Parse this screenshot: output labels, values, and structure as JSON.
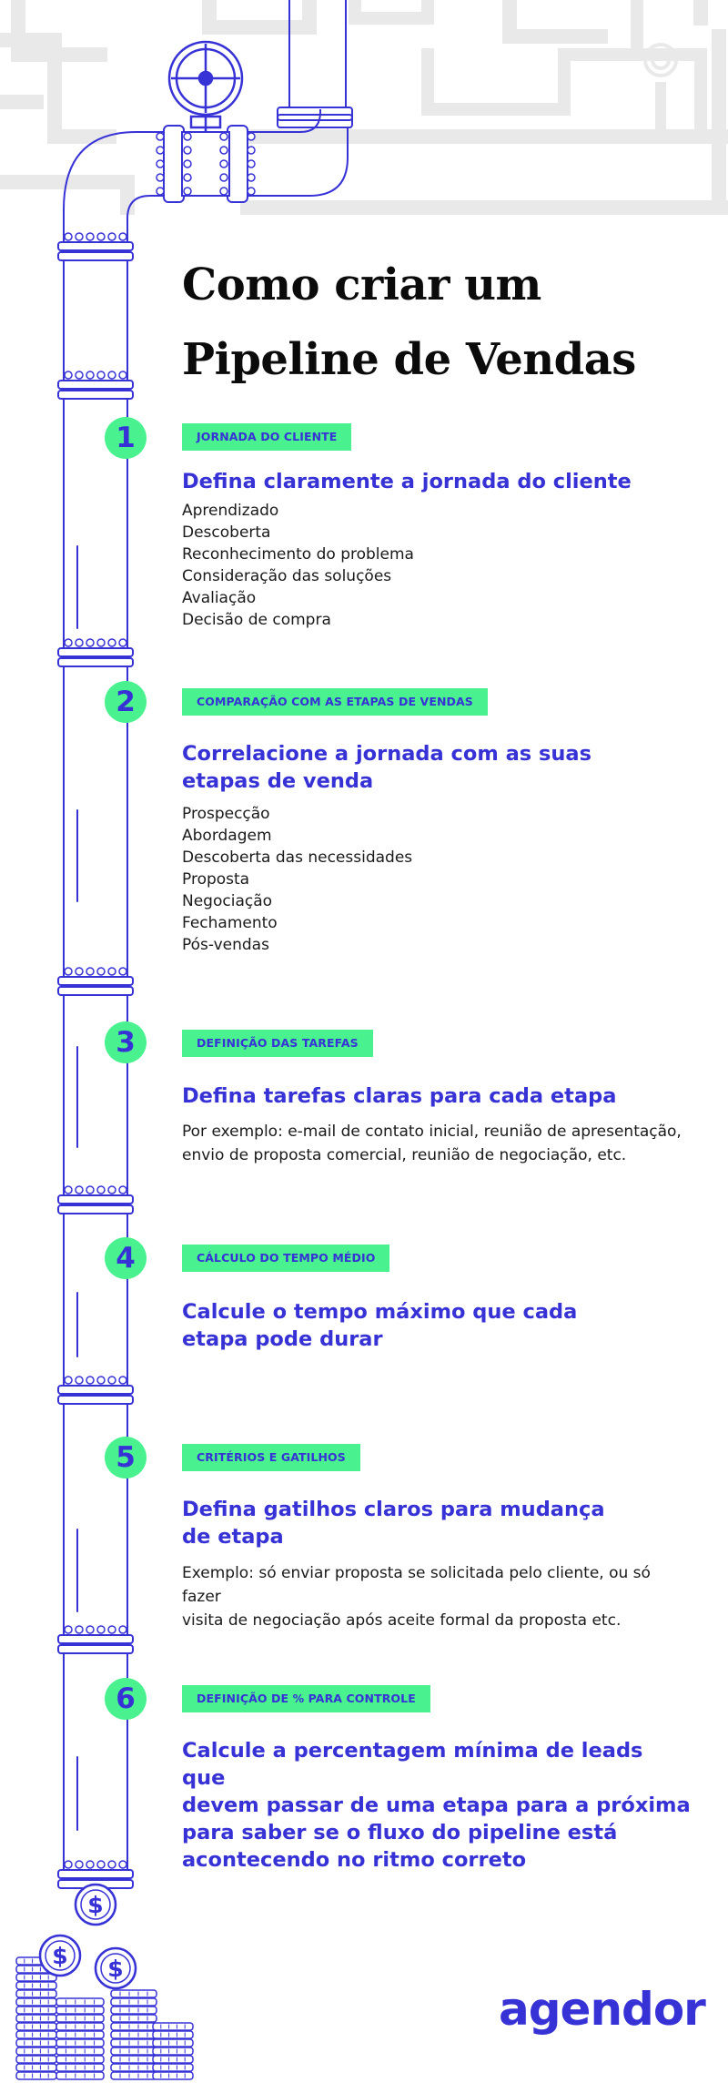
{
  "title_lines": [
    "Como criar um",
    "Pipeline de Vendas"
  ],
  "colors": {
    "accent": "#3732d6",
    "highlight": "#49f28e",
    "background_pipes": "#e9e9e9"
  },
  "steps": [
    {
      "number": "1",
      "tag": "JORNADA DO CLIENTE",
      "heading_lines": [
        "Defina claramente a jornada do cliente"
      ],
      "items": [
        "Aprendizado",
        "Descoberta",
        "Reconhecimento do problema",
        "Consideração das soluções",
        "Avaliação",
        "Decisão de compra"
      ]
    },
    {
      "number": "2",
      "tag": "COMPARAÇÃO COM AS ETAPAS DE VENDAS",
      "heading_lines": [
        "Correlacione a jornada com as suas",
        "etapas de venda"
      ],
      "items": [
        "Prospecção",
        "Abordagem",
        "Descoberta das necessidades",
        "Proposta",
        "Negociação",
        "Fechamento",
        "Pós-vendas"
      ]
    },
    {
      "number": "3",
      "tag": "DEFINIÇÃO DAS TAREFAS",
      "heading_lines": [
        "Defina tarefas claras para cada etapa"
      ],
      "description_lines": [
        "Por exemplo: e-mail de contato inicial, reunião de apresentação,",
        "envio de proposta comercial, reunião de negociação, etc."
      ]
    },
    {
      "number": "4",
      "tag": "CÁLCULO DO TEMPO MÉDIO",
      "heading_lines": [
        "Calcule o tempo máximo que cada",
        "etapa pode durar"
      ]
    },
    {
      "number": "5",
      "tag": "CRITÉRIOS E GATILHOS",
      "heading_lines": [
        "Defina gatilhos claros para mudança",
        "de etapa"
      ],
      "description_lines": [
        "Exemplo: só enviar proposta se solicitada pelo cliente, ou só fazer",
        "visita de negociação após aceite formal da proposta etc."
      ]
    },
    {
      "number": "6",
      "tag": "DEFINIÇÃO DE % PARA CONTROLE",
      "heading_lines": [
        "Calcule a percentagem mínima de leads que",
        "devem passar de uma etapa para a próxima",
        "para saber se o fluxo do pipeline está",
        "acontecendo no ritmo correto"
      ]
    }
  ],
  "coin_symbol": "$",
  "brand": "agendor"
}
